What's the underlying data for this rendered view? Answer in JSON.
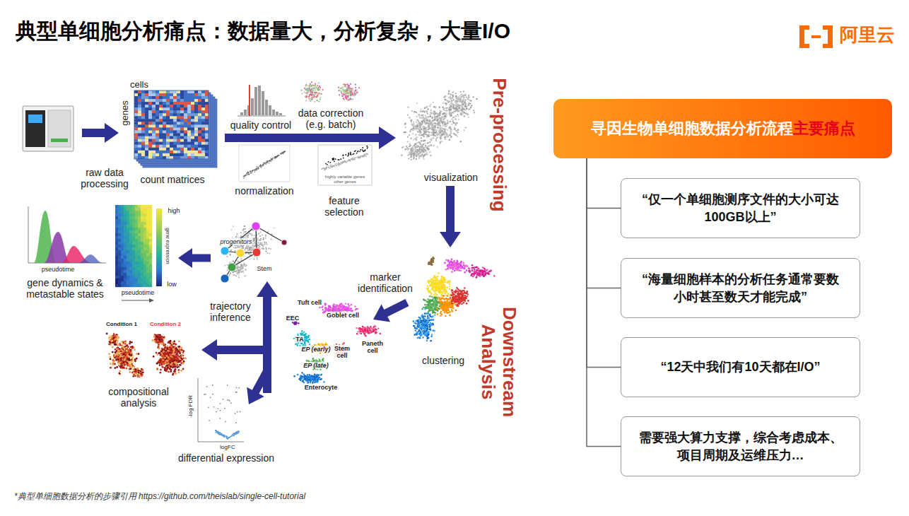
{
  "diagram": {
    "title": "典型单细胞分析痛点：数据量大，分析复杂，大量I/O",
    "caption": "*典型单细胞数据分析的步骤引用 https://github.com/theislab/single-cell-tutorial",
    "nodes": [
      {
        "text": [
          "寻因生物单细胞数据分析流程",
          "主要痛点"
        ]
      },
      {
        "text": [
          "“仅一个单细胞测序文件的大小可达 100GB以上”"
        ]
      },
      {
        "text": [
          "“海量细胞样本的分析任务通常要数 小时甚至数天才能完成”"
        ]
      },
      {
        "text": [
          "“12天中我们有10天都在I/O”"
        ]
      },
      {
        "text": [
          "需要强大算力支撑，综合考虑成本、 项目周期及运维压力…"
        ]
      }
    ],
    "edges": [
      {
        "from": 0,
        "to": 1,
        "arrow": "none"
      },
      {
        "from": 0,
        "to": 2,
        "arrow": "none"
      },
      {
        "from": 0,
        "to": 3,
        "arrow": "none"
      },
      {
        "from": 0,
        "to": 4,
        "arrow": "none"
      }
    ],
    "labels": [
      "阿里云",
      "cells",
      "genes",
      "raw data processing",
      "count matrices",
      "quality control",
      "data correction (e.g. batch)",
      "normalization",
      "highly variable genes",
      "other genes",
      "feature selection",
      "visualization",
      "Pre-processing",
      "marker identification",
      "clustering",
      "Downstream Analysis",
      "Tuft cell",
      "Goblet cell",
      "EEC",
      "TA",
      "EP (early)",
      "Stem cell",
      "Paneth cell",
      "EP (late)",
      "Enterocyte",
      "trajectory inference",
      "progenitors",
      "Stem",
      "high",
      "gene expression",
      "low",
      "pseudotime",
      "pseudotime",
      "gene dynamics & metastable states",
      "Condition 1",
      "Condition 2",
      "compositional analysis",
      "-log FDR",
      "logFC",
      "differential expression"
    ]
  }
}
